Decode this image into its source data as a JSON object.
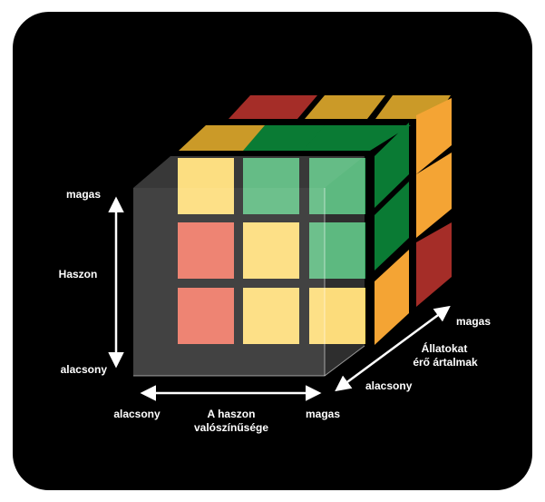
{
  "colors": {
    "background": "#000000",
    "red": "#E85A43",
    "yellow": "#FCD55E",
    "green": "#3AAA64",
    "dark_green": "#0A7B34",
    "orange": "#F4A434",
    "dark_red": "#A52D28",
    "dark_yellow": "#CB9A28",
    "arrow": "#ffffff"
  },
  "front_face": [
    [
      "yellow",
      "green",
      "green"
    ],
    [
      "red",
      "yellow",
      "green"
    ],
    [
      "red",
      "yellow",
      "yellow"
    ]
  ],
  "right_face": [
    [
      "dark_green",
      "orange"
    ],
    [
      "dark_green",
      "orange"
    ],
    [
      "orange",
      "dark_red"
    ]
  ],
  "top_face": [
    [
      "dark_red",
      "dark_yellow",
      "dark_yellow"
    ],
    [
      "dark_yellow",
      "dark_green",
      "dark_green"
    ]
  ],
  "axes": {
    "vertical": {
      "title": "Haszon",
      "high": "magas",
      "low": "alacsony"
    },
    "horizontal": {
      "title_line1": "A haszon",
      "title_line2": "valószínűsége",
      "low": "alacsony",
      "high": "magas"
    },
    "depth": {
      "title_line1": "Állatokat",
      "title_line2": "érő ártalmak",
      "low": "alacsony",
      "high": "magas"
    }
  }
}
